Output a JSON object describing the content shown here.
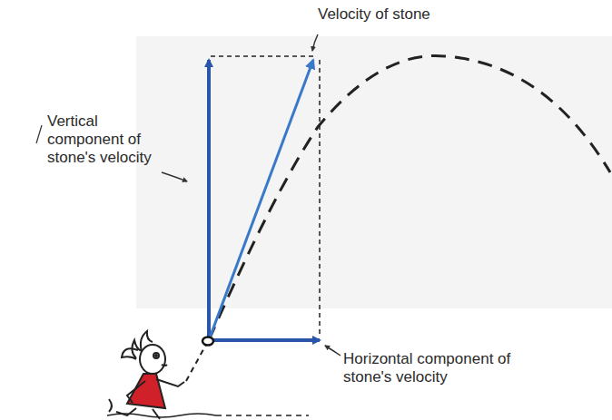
{
  "diagram": {
    "labels": [
      "Velocity of stone",
      "Vertical component of stone's velocity",
      "Horizontal component of stone's velocity"
    ]
  }
}
